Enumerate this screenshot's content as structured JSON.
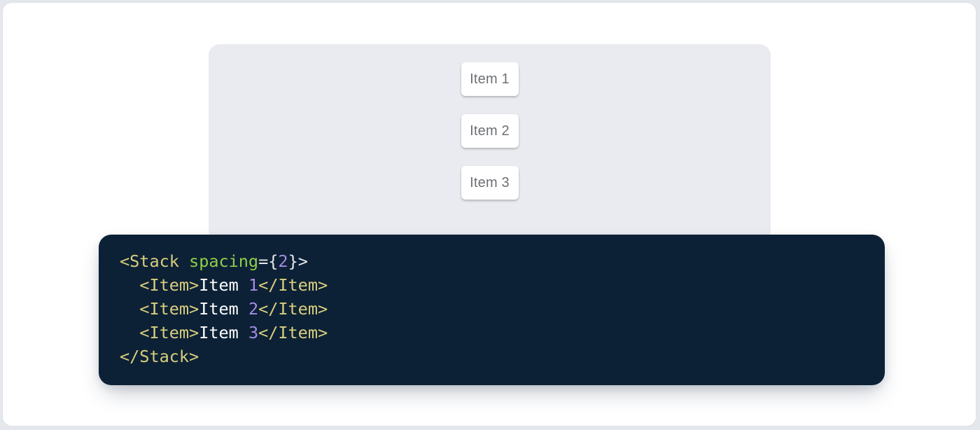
{
  "canvas": {
    "outer_bg": "#e4e7eb",
    "card_bg": "#ffffff",
    "card_border": "#dde2e7"
  },
  "demo": {
    "panel_bg": "#e9ebf0",
    "item_bg": "#ffffff",
    "item_text_color": "#6c6f74",
    "items": [
      {
        "label": "Item 1"
      },
      {
        "label": "Item 2"
      },
      {
        "label": "Item 3"
      }
    ]
  },
  "code": {
    "bg": "#0d2136",
    "source": "<Stack spacing={2}>\n  <Item>Item 1</Item>\n  <Item>Item 2</Item>\n  <Item>Item 3</Item>\n</Stack>",
    "token_colors": {
      "tag": "#d9cf7d",
      "attr": "#8fd048",
      "number": "#a58ce6",
      "punct": "#e6e9ec",
      "plain": "#ffffff"
    },
    "lines": [
      [
        {
          "t": "<Stack ",
          "c": "tag"
        },
        {
          "t": "spacing",
          "c": "attr"
        },
        {
          "t": "=",
          "c": "punct"
        },
        {
          "t": "{",
          "c": "punct"
        },
        {
          "t": "2",
          "c": "number"
        },
        {
          "t": "}",
          "c": "punct"
        },
        {
          "t": ">",
          "c": "punct"
        }
      ],
      [
        {
          "t": "  ",
          "c": "plain"
        },
        {
          "t": "<Item>",
          "c": "tag"
        },
        {
          "t": "Item ",
          "c": "plain"
        },
        {
          "t": "1",
          "c": "number"
        },
        {
          "t": "</Item>",
          "c": "tag"
        }
      ],
      [
        {
          "t": "  ",
          "c": "plain"
        },
        {
          "t": "<Item>",
          "c": "tag"
        },
        {
          "t": "Item ",
          "c": "plain"
        },
        {
          "t": "2",
          "c": "number"
        },
        {
          "t": "</Item>",
          "c": "tag"
        }
      ],
      [
        {
          "t": "  ",
          "c": "plain"
        },
        {
          "t": "<Item>",
          "c": "tag"
        },
        {
          "t": "Item ",
          "c": "plain"
        },
        {
          "t": "3",
          "c": "number"
        },
        {
          "t": "</Item>",
          "c": "tag"
        }
      ],
      [
        {
          "t": "</Stack>",
          "c": "tag"
        }
      ]
    ]
  }
}
